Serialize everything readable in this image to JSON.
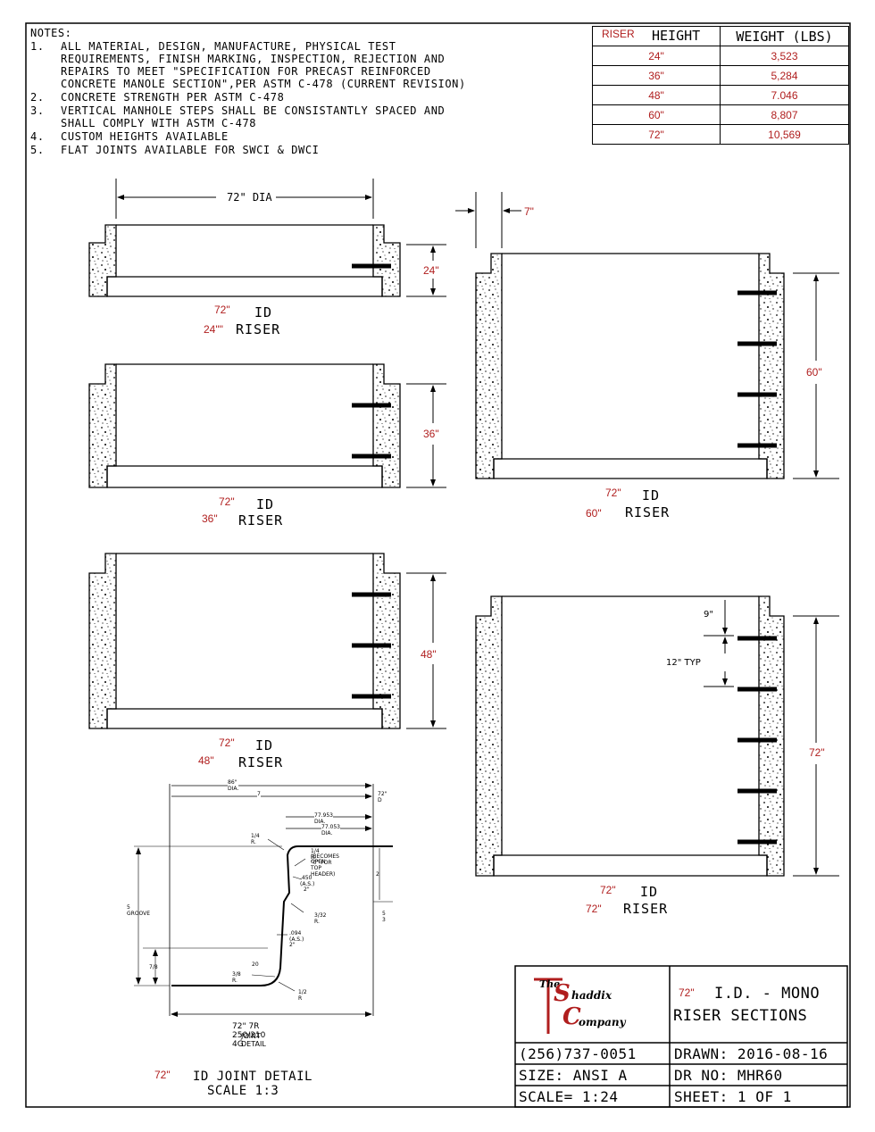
{
  "notes": {
    "heading": "NOTES:",
    "items": [
      {
        "num": "1.",
        "lines": [
          "ALL MATERIAL, DESIGN, MANUFACTURE, PHYSICAL TEST",
          "REQUIREMENTS, FINISH MARKING, INSPECTION, REJECTION AND",
          "REPAIRS TO MEET \"SPECIFICATION FOR PRECAST REINFORCED",
          "CONCRETE MANOLE SECTION\",PER ASTM C-478 (CURRENT REVISION)"
        ]
      },
      {
        "num": "2.",
        "lines": [
          "CONCRETE STRENGTH PER ASTM C-478"
        ]
      },
      {
        "num": "3.",
        "lines": [
          "VERTICAL MANHOLE STEPS SHALL BE CONSISTANTLY SPACED AND",
          "SHALL COMPLY WITH ASTM C-478"
        ]
      },
      {
        "num": "4.",
        "lines": [
          "CUSTOM HEIGHTS AVAILABLE"
        ]
      },
      {
        "num": "5.",
        "lines": [
          "FLAT JOINTS AVAILABLE FOR SWCI & DWCI"
        ]
      }
    ]
  },
  "riser_table": {
    "col_riser": "RISER",
    "col_height": "HEIGHT",
    "col_weight": "WEIGHT (LBS)",
    "rows": [
      {
        "height": "24\"",
        "weight": "3,523"
      },
      {
        "height": "36\"",
        "weight": "5,284"
      },
      {
        "height": "48\"",
        "weight": "7.046"
      },
      {
        "height": "60\"",
        "weight": "8,807"
      },
      {
        "height": "72\"",
        "weight": "10,569"
      }
    ]
  },
  "drawings": {
    "dia_label": "72\" DIA",
    "wall_label": "7\"",
    "riser24": {
      "dim": "24\"",
      "red_id": "72\"",
      "id": "ID",
      "red_riser": "24\"\"",
      "riser": "RISER"
    },
    "riser36": {
      "dim": "36\"",
      "red_id": "72\"",
      "id": "ID",
      "red_riser": "36\"",
      "riser": "RISER"
    },
    "riser48": {
      "dim": "48\"",
      "red_id": "72\"",
      "id": "ID",
      "red_riser": "48\"",
      "riser": "RISER"
    },
    "riser60": {
      "dim": "60\"",
      "red_id": "72\"",
      "id": "ID",
      "red_riser": "60\"",
      "riser": "RISER"
    },
    "riser72": {
      "dim": "72\"",
      "red_id": "72\"",
      "id": "ID",
      "red_riser": "72\"",
      "riser": "RISER",
      "top_step": "9\"",
      "step_spacing": "12\" TYP"
    }
  },
  "joint_detail": {
    "dim_86": "86\" DIA.",
    "dim_7": "7",
    "dim_72d": "72\" D",
    "dim_77953": "77.953 DIA.",
    "dim_77053": "77.053 DIA.",
    "r_quarter": "1/4 R.",
    "r_quarter_note1": "1/4 R.",
    "r_quarter_note2": "(BECOMES \"0\" FOR",
    "r_quarter_note3": "OPEN TOP HEADER)",
    "dim_450": ".450 (A.S.)",
    "dim_2a": "2\"",
    "r_332": "3/32 R.",
    "dim_094": ".094 (A.S.)",
    "dim_2b": "2\"",
    "dim_20": "20",
    "r_38": "3/8 R.",
    "r_12": "1/2 R",
    "groove": "5 GROOVE",
    "dim_78": "7/8",
    "dim_2c": "2",
    "dim_53": "5 3",
    "caption1": "72\" 7R 250/210 4G",
    "caption2": "JOINT DETAIL",
    "red_id": "72\"",
    "title1": "ID JOINT DETAIL",
    "title2": "SCALE 1:3"
  },
  "title_block": {
    "logo_the": "The",
    "logo_s": "S",
    "logo_haddix": "haddix",
    "logo_t": "T",
    "logo_c": "C",
    "logo_ompany": "ompany",
    "red_size": "72\"",
    "title1": "I.D. - MONO",
    "title2": "RISER SECTIONS",
    "phone": "(256)737-0051",
    "drawn": "DRAWN: 2016-08-16",
    "size": "SIZE: ANSI A",
    "drno": "DR NO: MHR60",
    "scale": "SCALE= 1:24",
    "sheet": "SHEET: 1 OF 1"
  }
}
